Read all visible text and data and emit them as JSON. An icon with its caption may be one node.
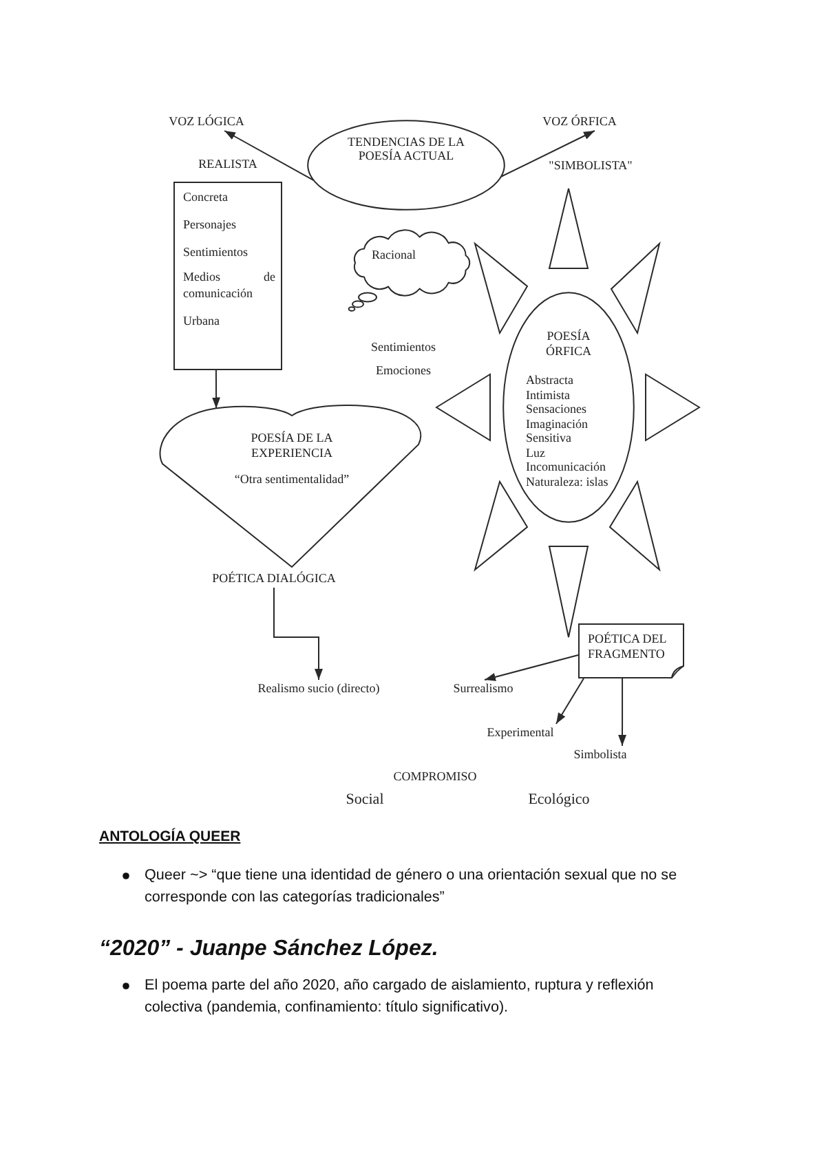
{
  "diagram": {
    "nodes": [
      {
        "text": [
          "VOZ LÓGICA"
        ]
      },
      {
        "text": [
          "TENDENCIAS DE LA POESÍA ACTUAL"
        ]
      },
      {
        "text": [
          "VOZ ÓRFICA"
        ]
      },
      {
        "text": [
          "REALISTA",
          "Concreta",
          "Personajes",
          "Sentimientos",
          "Medios de comunicación",
          "Urbana"
        ]
      },
      {
        "text": [
          "Racional"
        ]
      },
      {
        "text": [
          "POESÍA ÓRFICA",
          "Abstracta",
          "Intimista",
          "Sensaciones",
          "Imaginación",
          "Sensitiva",
          "Luz",
          "Incomunicación",
          "Naturaleza: islas"
        ]
      },
      {
        "text": [
          "POESÍA DE LA EXPERIENCIA",
          "“Otra sentimentalidad”"
        ]
      },
      {
        "text": [
          "POÉTICA DIALÓGICA"
        ]
      },
      {
        "text": [
          "POÉTICA DEL FRAGMENTO"
        ]
      },
      {
        "text": [
          "Realismo sucio (directo)"
        ]
      },
      {
        "text": [
          "Surrealismo"
        ]
      },
      {
        "text": [
          "Experimental"
        ]
      },
      {
        "text": [
          "Simbolista"
        ]
      }
    ],
    "edges": [
      {
        "from": 1,
        "to": 0,
        "arrow": "to"
      },
      {
        "from": 1,
        "to": 2,
        "arrow": "to"
      },
      {
        "from": 3,
        "to": 6,
        "arrow": "to"
      },
      {
        "from": 7,
        "to": 9,
        "arrow": "to"
      },
      {
        "from": 8,
        "to": 10,
        "arrow": "to"
      },
      {
        "from": 8,
        "to": 11,
        "arrow": "to"
      },
      {
        "from": 8,
        "to": 12,
        "arrow": "to"
      }
    ],
    "labels": [
      "\"SIMBOLISTA\"",
      "Sentimientos",
      "Emociones",
      "COMPROMISO",
      "Social",
      "Ecológico",
      "ANTOLOGÍA QUEER",
      "Queer ~> “que tiene una identidad de género o una orientación sexual que no se corresponde con las categorías tradicionales”",
      "“2020” - Juanpe Sánchez López.",
      "El poema parte del año 2020, año cargado de aislamiento, ruptura y reflexión colectiva (pandemia, confinamiento: título significativo)."
    ]
  }
}
